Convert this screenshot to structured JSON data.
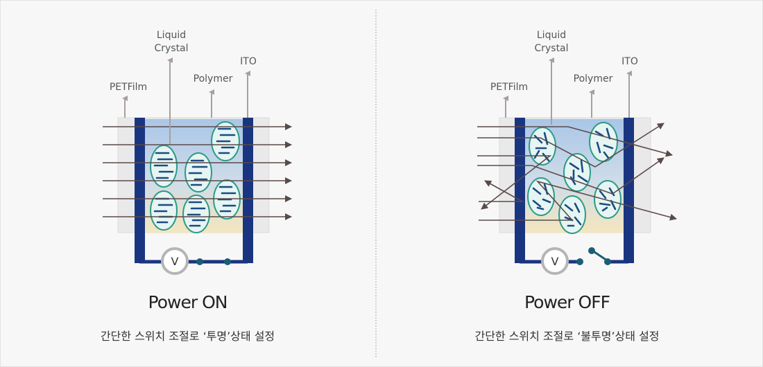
{
  "on": {
    "labels": {
      "pet_film": "PETFilm",
      "liquid_crystal_line1": "Liquid",
      "liquid_crystal_line2": "Crystal",
      "polymer": "Polymer",
      "ito": "ITO",
      "voltmeter": "V"
    },
    "title": "Power ON",
    "subtitle": "간단한 스위치 조절로 ‘투명’상태 설정",
    "switch_state": "closed"
  },
  "off": {
    "labels": {
      "pet_film": "PETFilm",
      "liquid_crystal_line1": "Liquid",
      "liquid_crystal_line2": "Crystal",
      "polymer": "Polymer",
      "ito": "ITO",
      "voltmeter": "V"
    },
    "title": "Power OFF",
    "subtitle": "간단한 스위치 조절로 ‘불투명’상태 설정",
    "switch_state": "open"
  },
  "colors": {
    "electrode": "#1a3580",
    "droplet_stroke": "#2a9a8a",
    "droplet_fill": "#e6f5f1",
    "crystal": "#1a4a85",
    "arrow": "#5a4a48",
    "pointer": "#a89f9d",
    "wire_node": "#1a5e75"
  }
}
